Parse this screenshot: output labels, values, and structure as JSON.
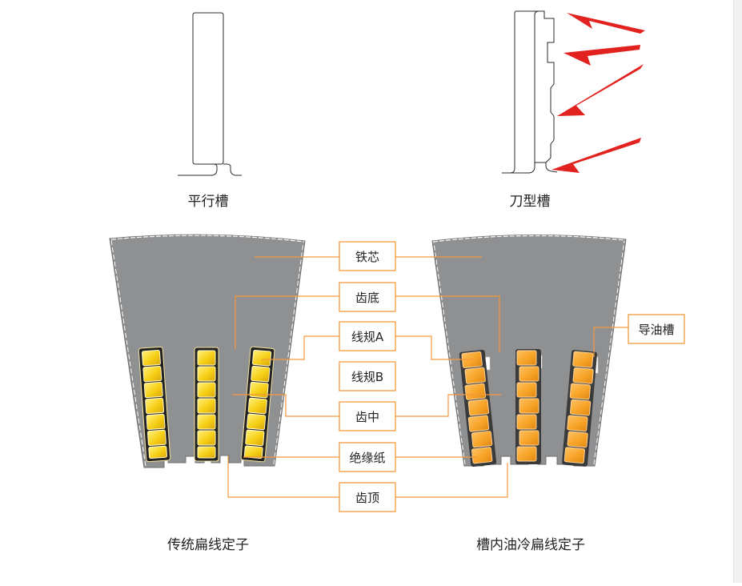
{
  "captions": {
    "parallel_slot": "平行槽",
    "knife_slot": "刀型槽",
    "traditional_stator": "传统扁线定子",
    "oil_cooled_stator": "槽内油冷扁线定子"
  },
  "labels": {
    "core": "铁芯",
    "tooth_root": "齿底",
    "gauge_a": "线规A",
    "gauge_b": "线规B",
    "tooth_middle": "齿中",
    "insulation_paper": "绝缘纸",
    "tooth_tip": "齿顶",
    "oil_groove": "导油槽"
  },
  "colors": {
    "core_gray": "#8f9092",
    "label_border": "#f39a3c",
    "leader_line": "#f39a3c",
    "conductor_yellow": "#f6cf16",
    "conductor_orange": "#f7a428",
    "arrow_red": "#e2221f",
    "text": "#222222"
  },
  "icons": {
    "arrows": "red-arrow-icon",
    "scrollbar": "vertical-scrollbar"
  }
}
